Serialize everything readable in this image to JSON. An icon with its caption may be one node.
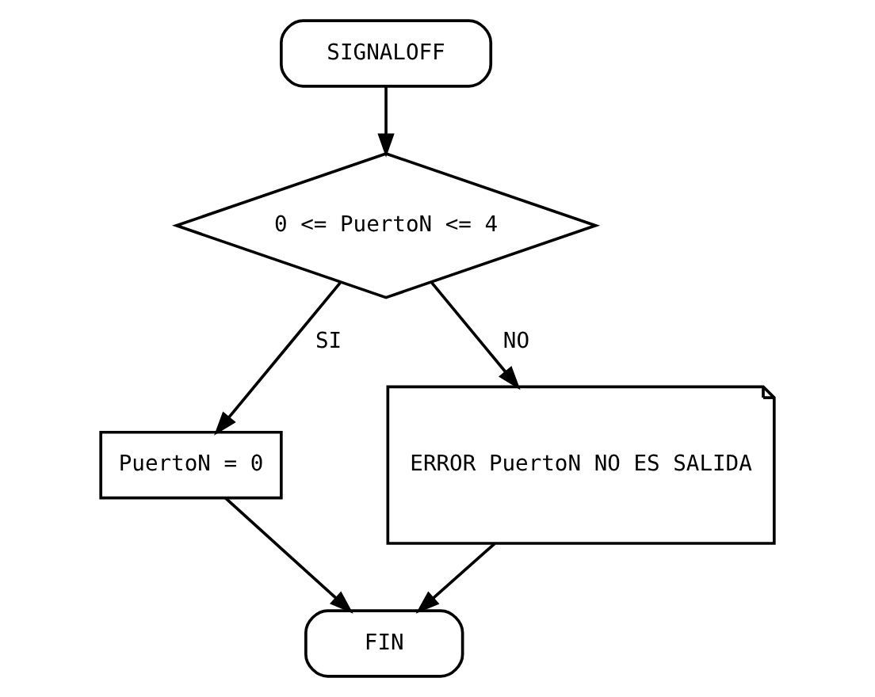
{
  "diagram": {
    "nodes": [
      {
        "text": [
          "SIGNALOFF"
        ]
      },
      {
        "text": [
          "0 <= PuertoN <= 4"
        ]
      },
      {
        "text": [
          "PuertoN = 0"
        ]
      },
      {
        "text": [
          "ERROR PuertoN NO ES SALIDA"
        ]
      },
      {
        "text": [
          "FIN"
        ]
      }
    ],
    "edges": [
      {
        "from": 0,
        "to": 1,
        "arrow": "to"
      },
      {
        "from": 1,
        "to": 2,
        "arrow": "to",
        "label": "SI"
      },
      {
        "from": 1,
        "to": 3,
        "arrow": "to",
        "label": "NO"
      },
      {
        "from": 2,
        "to": 4,
        "arrow": "to"
      },
      {
        "from": 3,
        "to": 4,
        "arrow": "to"
      }
    ]
  }
}
